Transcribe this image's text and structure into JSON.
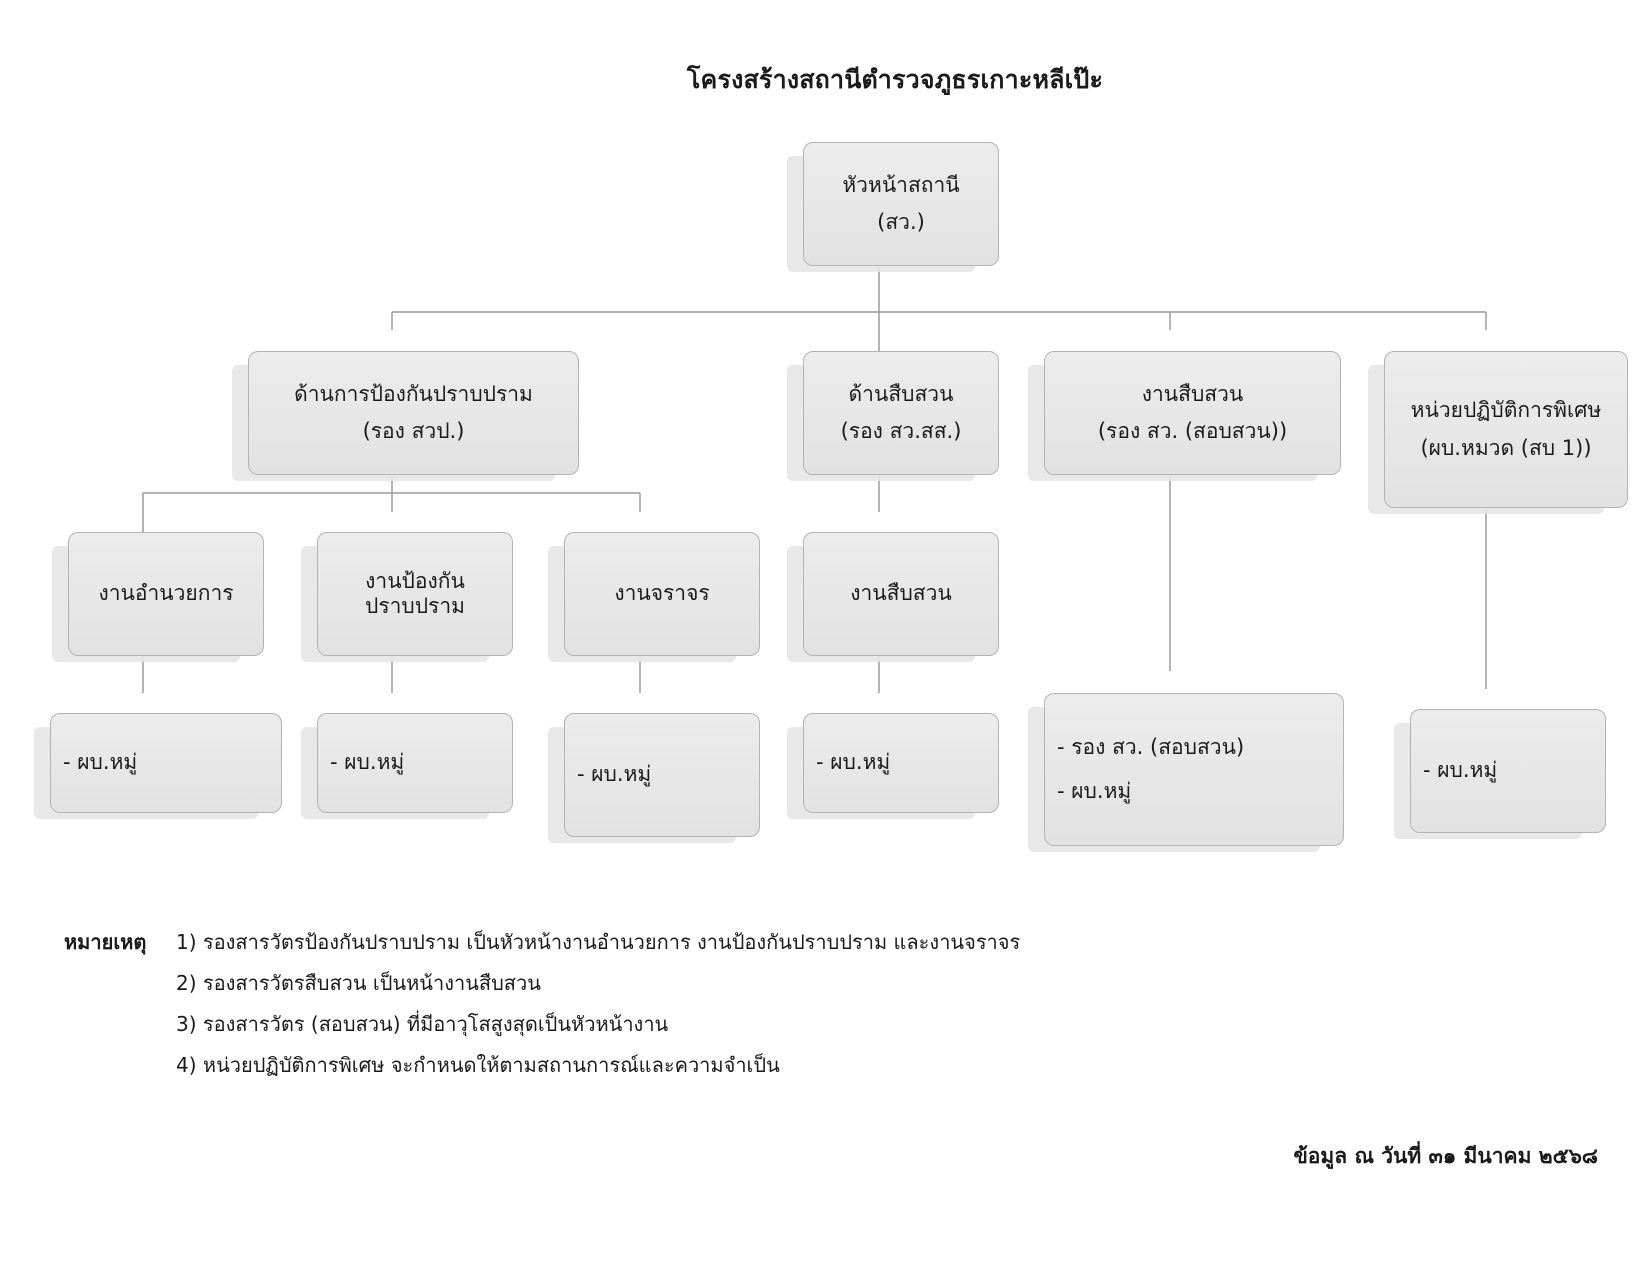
{
  "title": "โครงสร้างสถานีตำรวจภูธรเกาะหลีเป๊ะ",
  "nodes": {
    "head": {
      "line1": "หัวหน้าสถานี",
      "line2": "(สว.)"
    },
    "prevention": {
      "line1": "ด้านการป้องกันปราบปราม",
      "line2": "(รอง สวป.)"
    },
    "investigation_side": {
      "line1": "ด้านสืบสวน",
      "line2": "(รอง สว.สส.)"
    },
    "inquiry": {
      "line1": "งานสืบสวน",
      "line2": "(รอง สว. (สอบสวน))"
    },
    "special": {
      "line1": "หน่วยปฏิบัติการพิเศษ",
      "line2": "(ผบ.หมวด (สบ 1))"
    },
    "admin": {
      "line1": "งานอำนวยการ"
    },
    "prevent_work": {
      "line1": "งานป้องกัน",
      "line2": "ปราบปราม"
    },
    "traffic": {
      "line1": "งานจราจร"
    },
    "investigation_work": {
      "line1": "งานสืบสวน"
    },
    "leaf_admin": {
      "line1": "- ผบ.หมู่"
    },
    "leaf_prevent": {
      "line1": "- ผบ.หมู่"
    },
    "leaf_traffic": {
      "line1": "- ผบ.หมู่"
    },
    "leaf_investigation": {
      "line1": "- ผบ.หมู่"
    },
    "leaf_inquiry": {
      "line1": "- รอง สว. (สอบสวน)",
      "line2": "- ผบ.หมู่"
    },
    "leaf_special": {
      "line1": "- ผบ.หมู่"
    }
  },
  "notes": {
    "label": "หมายเหตุ",
    "items": [
      "1) รองสารวัตรป้องกันปราบปราม เป็นหัวหน้างานอำนวยการ งานป้องกันปราบปราม และงานจราจร",
      "2) รองสารวัตรสืบสวน เป็นหน้างานสืบสวน",
      "3) รองสารวัตร (สอบสวน) ที่มีอาวุโสสูงสุดเป็นหัวหน้างาน",
      "4) หน่วยปฏิบัติการพิเศษ จะกำหนดให้ตามสถานการณ์และความจำเป็น"
    ]
  },
  "footer": "ข้อมูล ณ วันที่ ๓๑ มีนาคม ๒๕๖๘",
  "colors": {
    "box_fill": "#e4e4e4",
    "box_border": "#b3b3b3",
    "connector": "#9a9a9a"
  }
}
